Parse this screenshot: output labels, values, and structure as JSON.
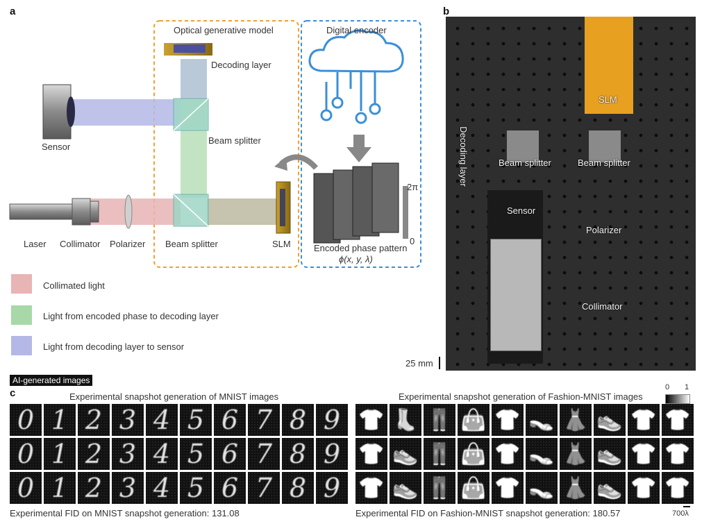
{
  "panel_a": {
    "letter": "a",
    "optical_box_title": "Optical generative model",
    "encoder_box_title": "Digital encoder",
    "labels": {
      "sensor": "Sensor",
      "decoding_layer": "Decoding layer",
      "beam_splitter_top": "Beam splitter",
      "beam_splitter_bottom": "Beam splitter",
      "laser": "Laser",
      "collimator": "Collimator",
      "polarizer": "Polarizer",
      "slm": "SLM",
      "encoded_phase_pattern": "Encoded phase pattern",
      "phi_expr": "ϕ(x, y, λ)",
      "scale_top": "2π",
      "scale_bottom": "0"
    },
    "legend": [
      {
        "label": "Collimated light",
        "color": "#e8b4b4"
      },
      {
        "label": "Light from encoded phase to decoding layer",
        "color": "#a8d8a8"
      },
      {
        "label": "Light from decoding layer to sensor",
        "color": "#b4b8e6"
      }
    ],
    "colors": {
      "optical_box": "#f0a030",
      "encoder_box": "#3a8fd8",
      "cloud": "#3a8fd8"
    }
  },
  "panel_b": {
    "letter": "b",
    "labels": {
      "slm": "SLM",
      "decoding_layer": "Decoding layer",
      "beam_splitter_left": "Beam splitter",
      "beam_splitter_right": "Beam splitter",
      "sensor": "Sensor",
      "polarizer": "Polarizer",
      "collimator": "Collimator",
      "scale": "25 mm"
    }
  },
  "tag": "AI-generated images",
  "panel_c": {
    "letter": "c",
    "mnist_title": "Experimental snapshot generation of MNIST images",
    "fashion_title": "Experimental snapshot generation of Fashion-MNIST images",
    "mnist_rows": [
      [
        "0",
        "1",
        "2",
        "3",
        "4",
        "5",
        "6",
        "7",
        "8",
        "9"
      ],
      [
        "0",
        "1",
        "2",
        "3",
        "4",
        "5",
        "6",
        "7",
        "8",
        "9"
      ],
      [
        "0",
        "1",
        "2",
        "3",
        "4",
        "5",
        "6",
        "7",
        "8",
        "9"
      ]
    ],
    "fashion_rows": [
      [
        "👕",
        "👢",
        "👖",
        "👜",
        "👕",
        "👡",
        "👗",
        "👟",
        "👕",
        "👕"
      ],
      [
        "👕",
        "👟",
        "👖",
        "👜",
        "👕",
        "👡",
        "👗",
        "👟",
        "👕",
        "👕"
      ],
      [
        "👕",
        "👟",
        "👖",
        "👜",
        "👕",
        "👡",
        "👗",
        "👟",
        "👕",
        "👕"
      ]
    ],
    "mnist_fid": "Experimental FID on MNIST snapshot generation: 131.08",
    "fashion_fid": "Experimental FID on Fashion-MNIST snapshot generation: 180.57",
    "colorbar_min": "0",
    "colorbar_max": "1",
    "scale_label": "700λ"
  }
}
